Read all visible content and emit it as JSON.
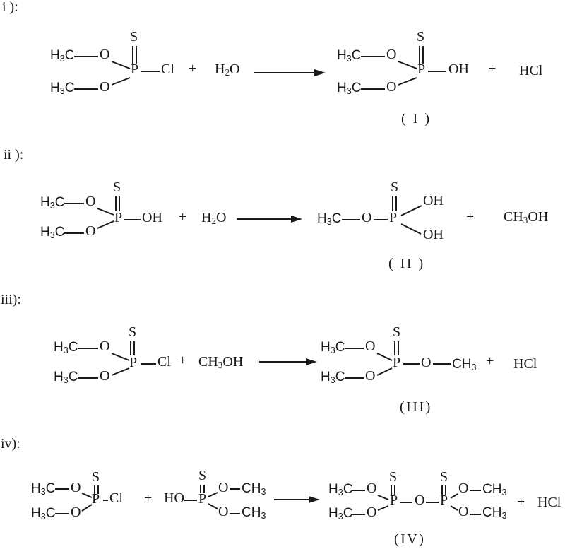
{
  "colors": {
    "ink": "#1a1a1a",
    "background": "#ffffff"
  },
  "tokens": {
    "h3c": "H3C",
    "ch3": "CH3",
    "o": "O",
    "s": "S",
    "p": "P",
    "cl": "Cl",
    "oh": "OH",
    "ho": "HO",
    "plus": "+",
    "h2o": "H2O",
    "hcl": "HCl",
    "ch3oh": "CH3OH"
  },
  "sections": [
    {
      "id": "i",
      "label": "i ):",
      "tag": "( I )",
      "equation": "(H3C-O)2P(=S)-Cl + H2O -> (H3C-O)2P(=S)-OH ( I ) + HCl"
    },
    {
      "id": "ii",
      "label": "ii ):",
      "tag": "( II )",
      "equation": "(H3C-O)2P(=S)-OH + H2O -> H3C-O-P(=S)(OH)2 ( II ) + CH3OH"
    },
    {
      "id": "iii",
      "label": "iii):",
      "tag": "(III)",
      "equation": "(H3C-O)2P(=S)-Cl + CH3OH -> (H3C-O)2P(=S)-O-CH3 (III) + HCl"
    },
    {
      "id": "iv",
      "label": "iv):",
      "tag": "(IV)",
      "equation": "(H3C-O)2P(=S)-Cl + HO-P(=S)(O-CH3)2 -> (H3C-O)2P(=S)-O-P(=S)(O-CH3)2 (IV) + HCl"
    }
  ]
}
